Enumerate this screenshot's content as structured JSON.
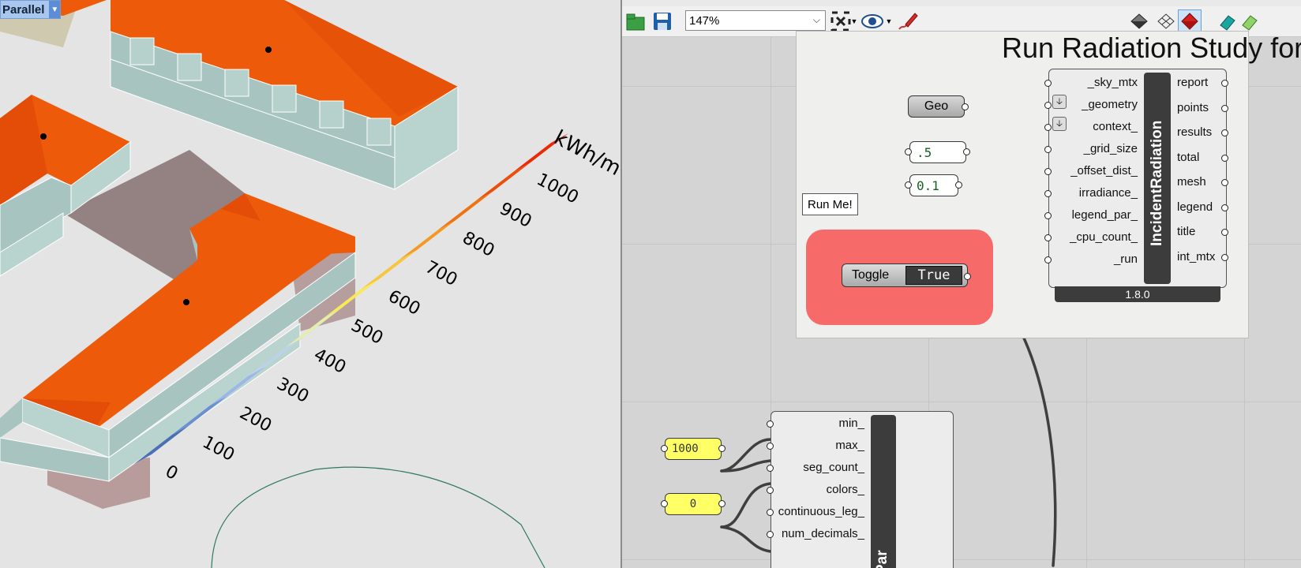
{
  "viewport": {
    "label": "Parallel",
    "legend": {
      "unit": "kWh/m²",
      "ticks": [
        "0",
        "100",
        "200",
        "300",
        "400",
        "500",
        "600",
        "700",
        "800",
        "900",
        "1000"
      ],
      "colors": [
        "#4a6fb5",
        "#6c8fd0",
        "#9cb6ea",
        "#bcd2e8",
        "#e2eeae",
        "#fbe85a",
        "#f8c53e",
        "#f29a22",
        "#ee7312",
        "#eb4f0a",
        "#e82a08"
      ]
    },
    "roof_color": "#ec5a0a",
    "wall_color": "#a7c4c0"
  },
  "toolbar": {
    "zoom": "147%",
    "icons": [
      "open-file-icon",
      "save-icon",
      "zoom-extents-icon",
      "preview-eye-icon",
      "sketch-pen-icon",
      "shaded-preview-icon",
      "wireframe-preview-icon",
      "selected-preview-icon"
    ]
  },
  "canvas": {
    "group_title": "Run Radiation Study for roofs",
    "geo_param": "Geo",
    "grid_size_panel": ".5",
    "offset_panel": "0.1",
    "callout": "Run Me!",
    "toggle": {
      "label": "Toggle",
      "value": "True"
    },
    "incident_radiation": {
      "name": "IncidentRadiation",
      "version": "1.8.0",
      "inputs": [
        "_sky_mtx",
        "_geometry",
        "context_",
        "_grid_size",
        "_offset_dist_",
        "irradiance_",
        "legend_par_",
        "_cpu_count_",
        "_run"
      ],
      "outputs": [
        "report",
        "points",
        "results",
        "total",
        "mesh",
        "legend",
        "title",
        "int_mtx"
      ]
    },
    "legend_par": {
      "name": "Par",
      "inputs": [
        "min_",
        "max_",
        "seg_count_",
        "colors_",
        "continuous_leg_",
        "num_decimals_"
      ]
    },
    "max_panel": "1000",
    "min_panel": "0"
  }
}
